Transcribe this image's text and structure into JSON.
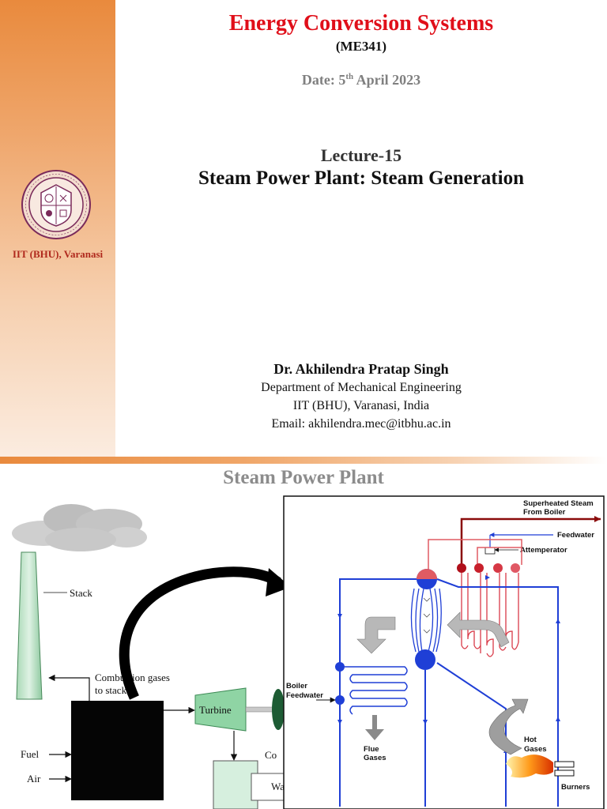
{
  "slide1": {
    "institute_label": "IIT (BHU), Varanasi",
    "course_title": "Energy Conversion Systems",
    "course_code": "(ME341)",
    "date_prefix": "Date: 5",
    "date_suffix_sup": "th",
    "date_rest": " April 2023",
    "lecture_number": "Lecture-15",
    "lecture_title": "Steam Power Plant: Steam Generation",
    "author": {
      "name": "Dr. Akhilendra Pratap Singh",
      "department": "Department of Mechanical Engineering",
      "institute": "IIT (BHU), Varanasi, India",
      "email": "Email: akhilendra.mec@itbhu.ac.in"
    },
    "colors": {
      "title_red": "#e00f1a",
      "band_orange": "#e98a3d",
      "institute_red": "#b02a1e"
    }
  },
  "slide2": {
    "title": "Steam Power Plant",
    "left_diagram": {
      "stack": "Stack",
      "combustion_gases_1": "Combustion gases",
      "combustion_gases_2": "to stack",
      "turbine": "Turbine",
      "fuel": "Fuel",
      "air": "Air",
      "partial_label_1": "Co",
      "partial_label_2": "Wa"
    },
    "boiler_diagram": {
      "superheated_1": "Superheated Steam",
      "superheated_2": "From Boiler",
      "feedwater": "Feedwater",
      "attemperator": "Attemperator",
      "boiler_feedwater_1": "Boiler",
      "boiler_feedwater_2": "Feedwater",
      "flue_1": "Flue",
      "flue_2": "Gases",
      "hot_1": "Hot",
      "hot_2": "Gases",
      "burners": "Burners"
    }
  }
}
